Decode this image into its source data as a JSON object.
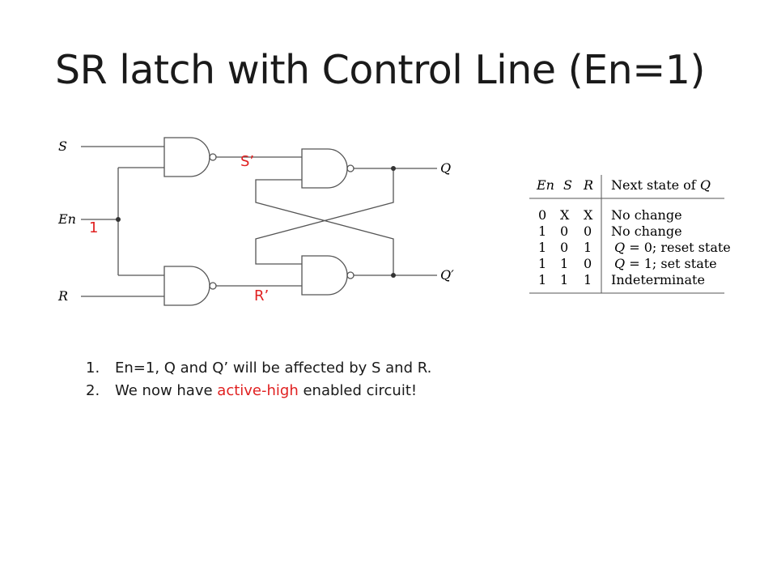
{
  "title": "SR latch with Control Line (En=1)",
  "colors": {
    "highlight": "#e02020",
    "text": "#1a1a1a",
    "line": "#555555"
  },
  "circuit": {
    "inputs": {
      "s": "S",
      "en": "En",
      "r": "R"
    },
    "outputs": {
      "q": "Q",
      "q_prime": "Q′"
    },
    "annotations": {
      "en_value": "1",
      "s_prime": "S’",
      "r_prime": "R’"
    }
  },
  "truth_table": {
    "headers": {
      "en": "En",
      "s": "S",
      "r": "R",
      "next_prefix": "Next state of",
      "next_q": "Q"
    },
    "rows": [
      {
        "en": "0",
        "s": "X",
        "r": "X",
        "q_sym": "",
        "desc": "No change"
      },
      {
        "en": "1",
        "s": "0",
        "r": "0",
        "q_sym": "",
        "desc": "No change"
      },
      {
        "en": "1",
        "s": "0",
        "r": "1",
        "q_sym": "Q",
        "desc": " = 0; reset state"
      },
      {
        "en": "1",
        "s": "1",
        "r": "0",
        "q_sym": "Q",
        "desc": " = 1; set state"
      },
      {
        "en": "1",
        "s": "1",
        "r": "1",
        "q_sym": "",
        "desc": "Indeterminate"
      }
    ]
  },
  "notes": [
    {
      "number": "1.",
      "text": "En=1, Q and Q’ will be affected by S and R."
    },
    {
      "number": "2.",
      "before": "We now have ",
      "highlight": "active-high",
      "after": " enabled circuit!"
    }
  ]
}
